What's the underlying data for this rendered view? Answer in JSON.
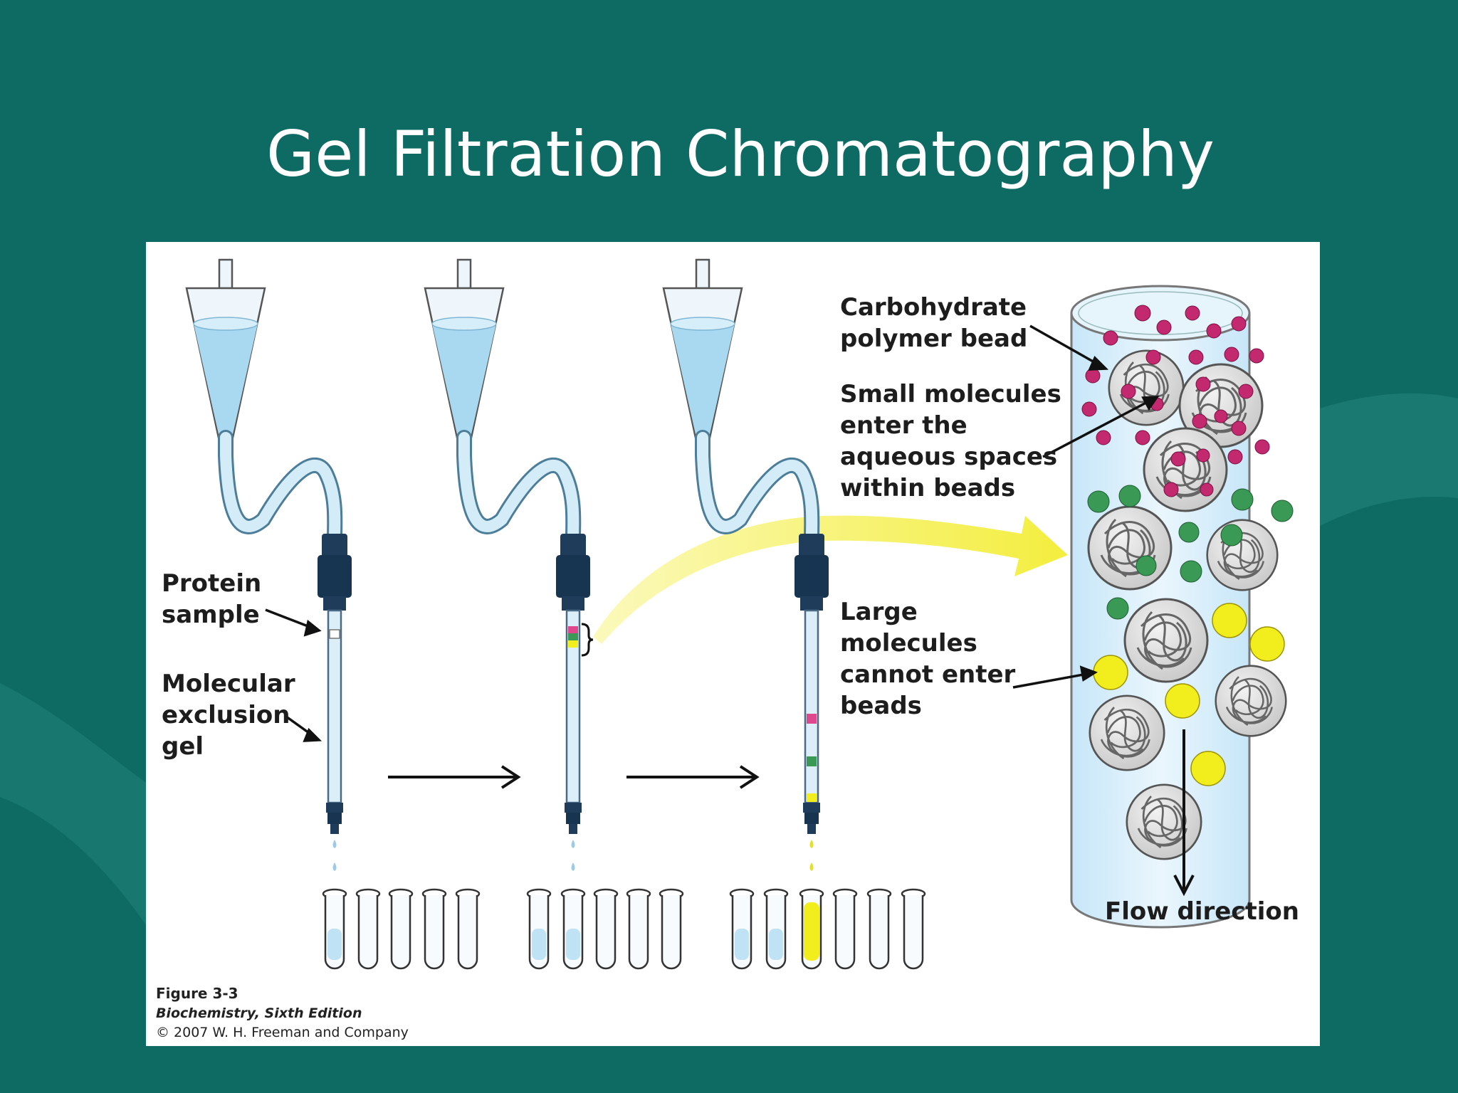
{
  "slide": {
    "title": "Gel Filtration Chromatography"
  },
  "figure": {
    "labels": {
      "protein_sample": [
        "Protein",
        "sample"
      ],
      "exclusion_gel": [
        "Molecular",
        "exclusion",
        "gel"
      ],
      "bead": [
        "Carbohydrate",
        "polymer bead"
      ],
      "small_molecules": [
        "Small molecules",
        "enter the",
        "aqueous spaces",
        "within beads"
      ],
      "large_molecules": [
        "Large",
        "molecules",
        "cannot enter",
        "beads"
      ],
      "flow": "Flow direction"
    },
    "caption": {
      "figure": "Figure 3-3",
      "book": "Biochemistry, Sixth Edition",
      "copyright": "© 2007 W. H. Freeman and Company"
    }
  },
  "colors": {
    "background": "#0d6b63",
    "small_molecule": "#c2296e",
    "medium_molecule": "#3a9a55",
    "large_molecule": "#f2ee1e",
    "buffer": "#bfe2f4"
  }
}
